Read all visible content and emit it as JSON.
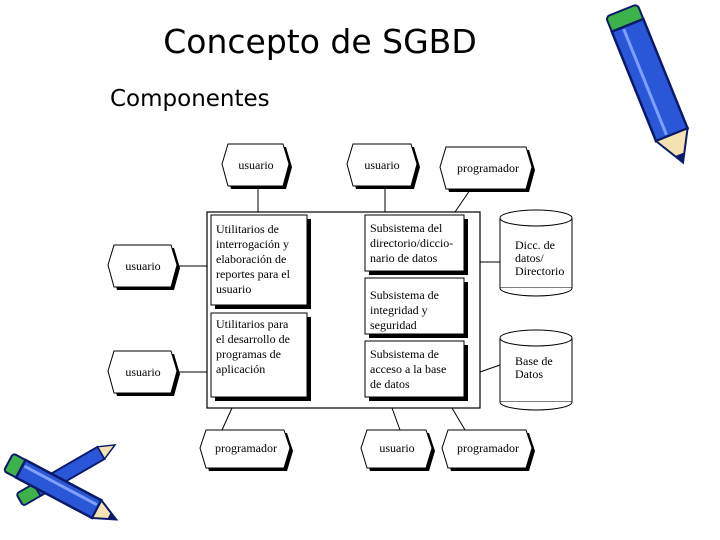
{
  "slide": {
    "title": "Concepto de SGBD",
    "subtitle": "Componentes"
  },
  "actors": {
    "top_usuario_1": "usuario",
    "top_usuario_2": "usuario",
    "top_programador": "programador",
    "left_usuario_1": "usuario",
    "left_usuario_2": "usuario",
    "bottom_programador_1": "programador",
    "bottom_usuario": "usuario",
    "bottom_programador_2": "programador"
  },
  "modules": {
    "utilitarios_consulta": [
      "Utilitarios de",
      "interrogación y",
      "elaboración de",
      "reportes para el",
      "usuario"
    ],
    "utilitarios_desarrollo": [
      "Utilitarios para",
      "el desarrollo de",
      "programas de",
      "aplicación"
    ],
    "subsistema_directorio": [
      "Subsistema del",
      "directorio/diccio-",
      "nario de datos"
    ],
    "subsistema_integridad": [
      "Subsistema de",
      "integridad y",
      "seguridad"
    ],
    "subsistema_acceso": [
      "Subsistema de",
      "acceso a la base",
      "de datos"
    ]
  },
  "stores": {
    "diccionario": [
      "Dicc. de",
      "datos/",
      "Directorio"
    ],
    "base_datos": [
      "Base de",
      "Datos"
    ]
  },
  "colors": {
    "line": "#000000",
    "box_fill": "#ffffff",
    "shadow": "#000000",
    "pencil_blue": "#2a56d8",
    "pencil_dark": "#0a1a6a",
    "pencil_green": "#3db24a"
  },
  "icons": [
    "pencil-icon-top-right",
    "pencils-icon-bottom-left"
  ]
}
